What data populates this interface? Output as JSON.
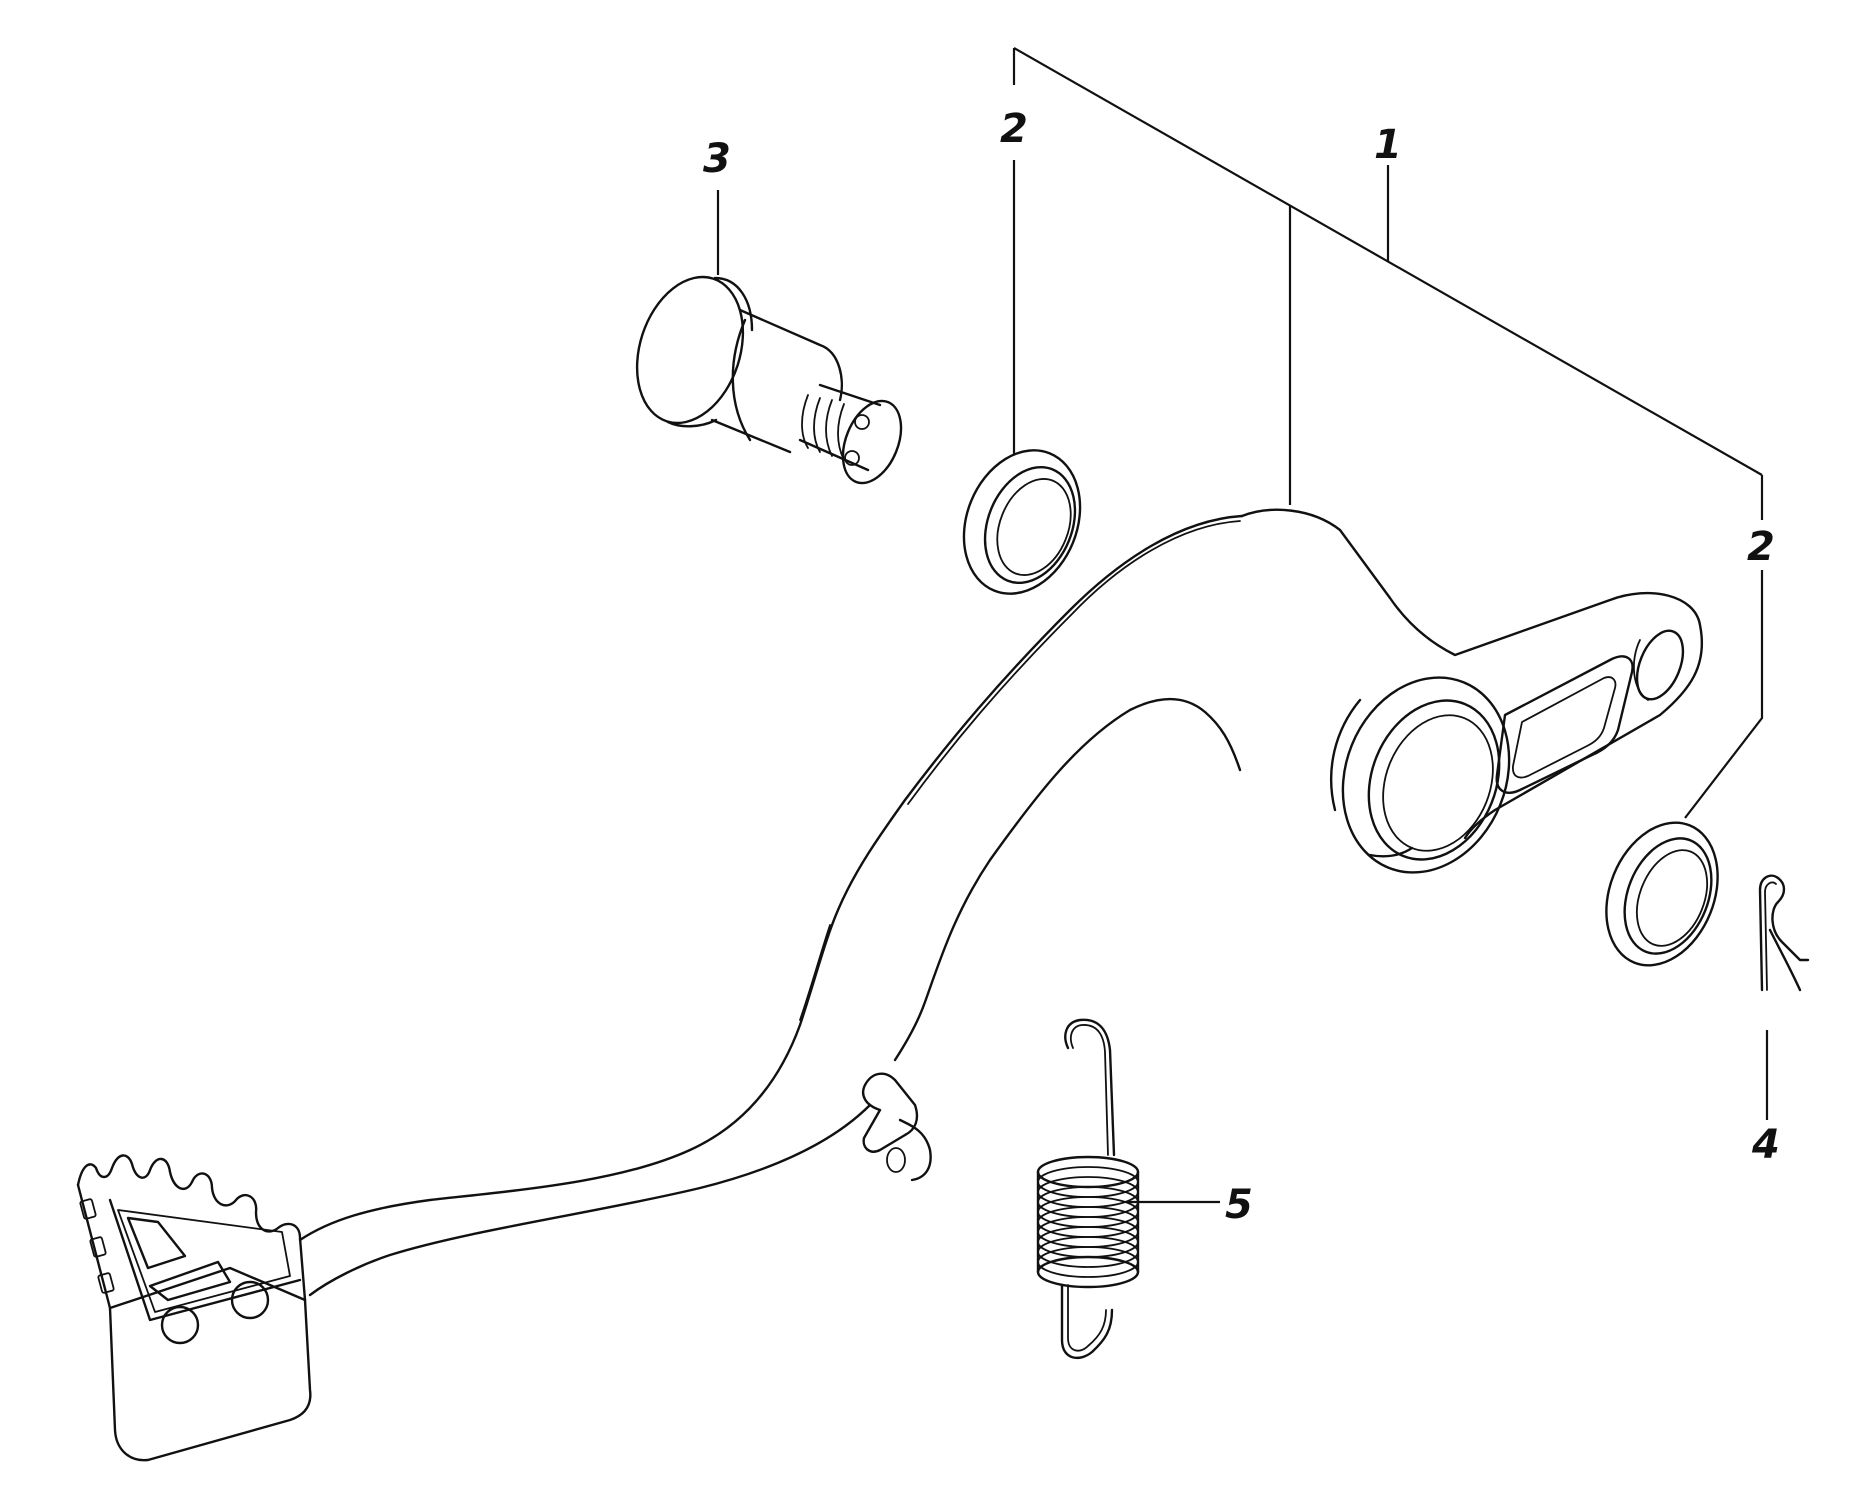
{
  "colors": {
    "line": "#111111",
    "background": "#ffffff"
  },
  "callouts": {
    "c1": "1",
    "c2a": "2",
    "c2b": "2",
    "c3": "3",
    "c4": "4",
    "c5": "5"
  }
}
